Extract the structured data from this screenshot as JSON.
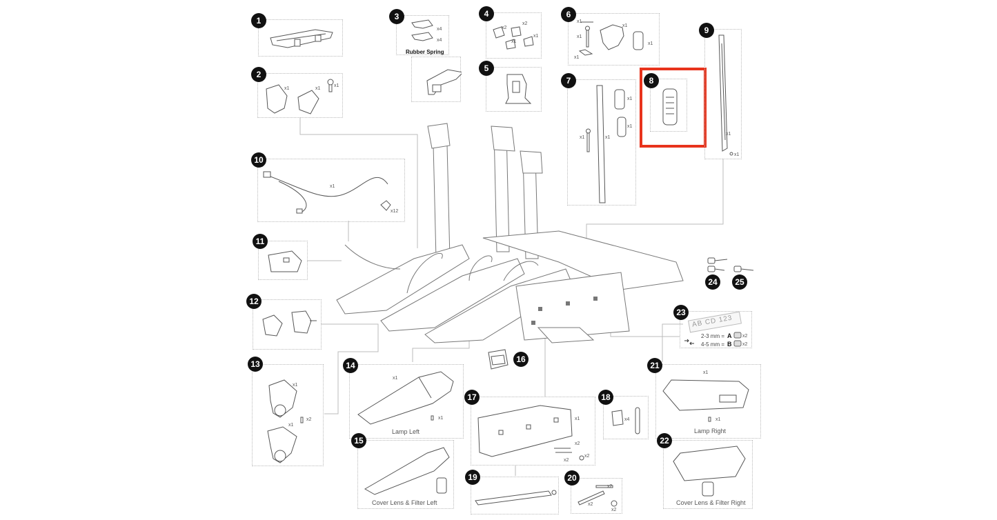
{
  "highlight_color": "#e8331c",
  "badges": [
    "1",
    "2",
    "3",
    "4",
    "5",
    "6",
    "7",
    "8",
    "9",
    "10",
    "11",
    "12",
    "13",
    "14",
    "15",
    "16",
    "17",
    "18",
    "19",
    "20",
    "21",
    "22",
    "23",
    "24",
    "25"
  ],
  "qty": {
    "x1": "x1",
    "x2": "x2",
    "x4": "x4",
    "x12": "x12"
  },
  "captions": {
    "rubber_spring": "Rubber Spring",
    "lamp_left": "Lamp Left",
    "lamp_right": "Lamp Right",
    "cover_left": "Cover Lens & Filter Left",
    "cover_right": "Cover Lens & Filter Right"
  },
  "plate": {
    "text": "AB CD 123",
    "row_a_text": "2-3 mm =",
    "row_a_letter": "A",
    "row_b_text": "4-5 mm =",
    "row_b_letter": "B"
  }
}
